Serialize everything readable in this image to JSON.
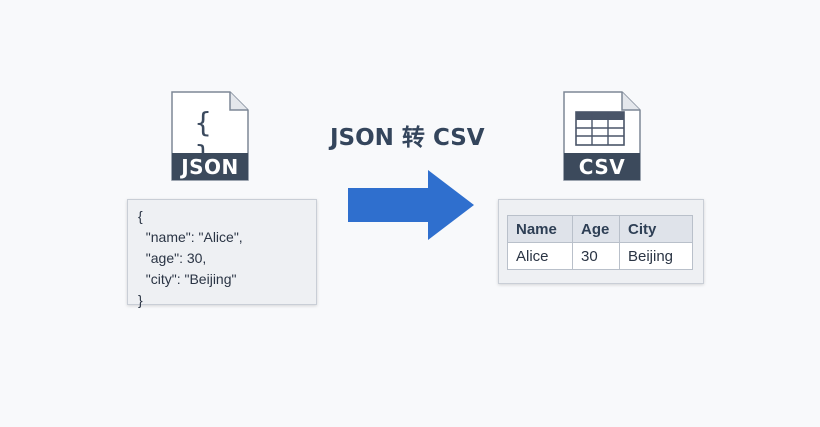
{
  "title": "JSON 转 CSV",
  "json_file": {
    "label": "JSON",
    "braces": "{ }"
  },
  "csv_file": {
    "label": "CSV"
  },
  "json_code": {
    "lines": [
      "{",
      "  \"name\": \"Alice\",",
      "  \"age\": 30,",
      "  \"city\": \"Beijing\"",
      "}"
    ]
  },
  "csv_table": {
    "headers": [
      "Name",
      "Age",
      "City"
    ],
    "rows": [
      [
        "Alice",
        "30",
        "Beijing"
      ]
    ]
  },
  "colors": {
    "arrow": "#2f6fce",
    "file_label_bg": "#3c4a5c",
    "page_bg": "#f8f9fb"
  }
}
